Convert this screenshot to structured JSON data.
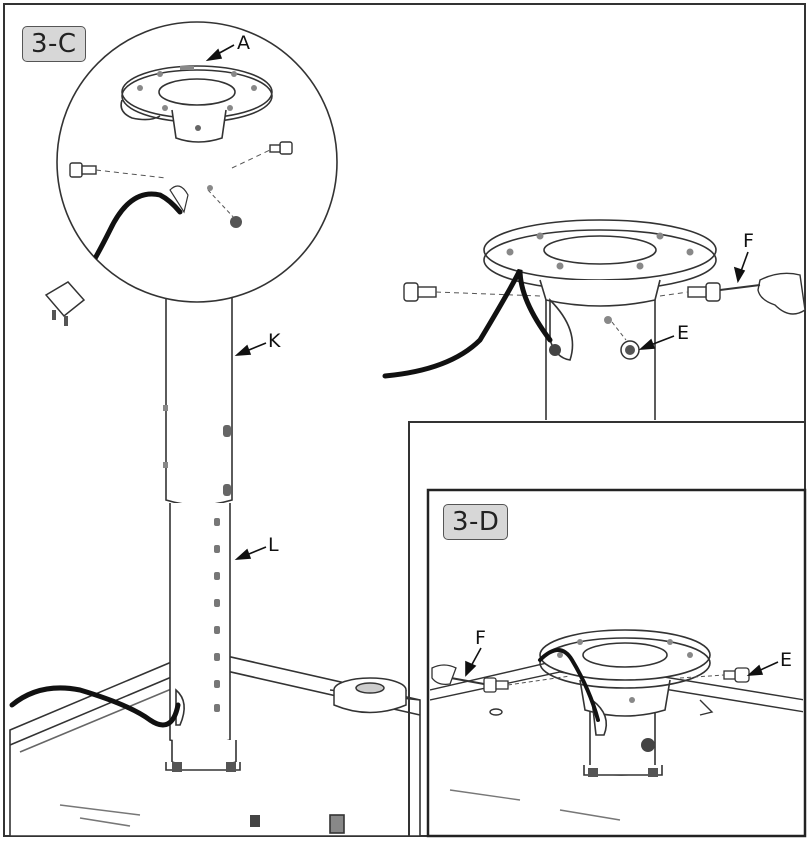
{
  "steps": {
    "main": "3-C",
    "inset": "3-D"
  },
  "callouts": {
    "a": "A",
    "k": "K",
    "l": "L",
    "e_detail": "E",
    "f_detail": "F",
    "e_inset": "E",
    "f_inset": "F"
  },
  "colors": {
    "line": "#222222",
    "badge_fill": "#d7d7d7",
    "cable": "#111111"
  }
}
